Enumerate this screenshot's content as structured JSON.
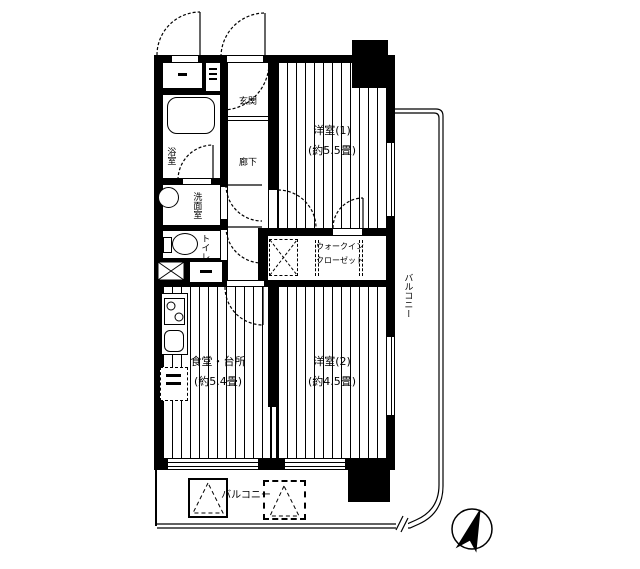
{
  "rooms": {
    "yoshitsu1": {
      "name": "洋室(1)",
      "size": "(約5.5畳)"
    },
    "yoshitsu2": {
      "name": "洋室(2)",
      "size": "(約4.5畳)"
    },
    "dining_kitchen": {
      "name": "食堂・台所",
      "size": "(約5.4畳)"
    },
    "genkan": {
      "name": "玄関"
    },
    "rouka": {
      "name": "廊下"
    },
    "yokushitsu": {
      "name": "浴室"
    },
    "senmenshitsu": {
      "name": "洗面室"
    },
    "toilet": {
      "name": "トイレ"
    },
    "walk_in_closet": {
      "line1": "ウォークイン",
      "line2": "クローゼット"
    },
    "balcony_right": {
      "name": "バルコニー"
    },
    "balcony_bottom": {
      "name": "バルコニー"
    }
  },
  "icons": {
    "compass_icon": "north-arrow",
    "pillar": "structural-column"
  },
  "colors": {
    "wall": "#000000",
    "floor": "#ffffff",
    "line": "#000000"
  }
}
